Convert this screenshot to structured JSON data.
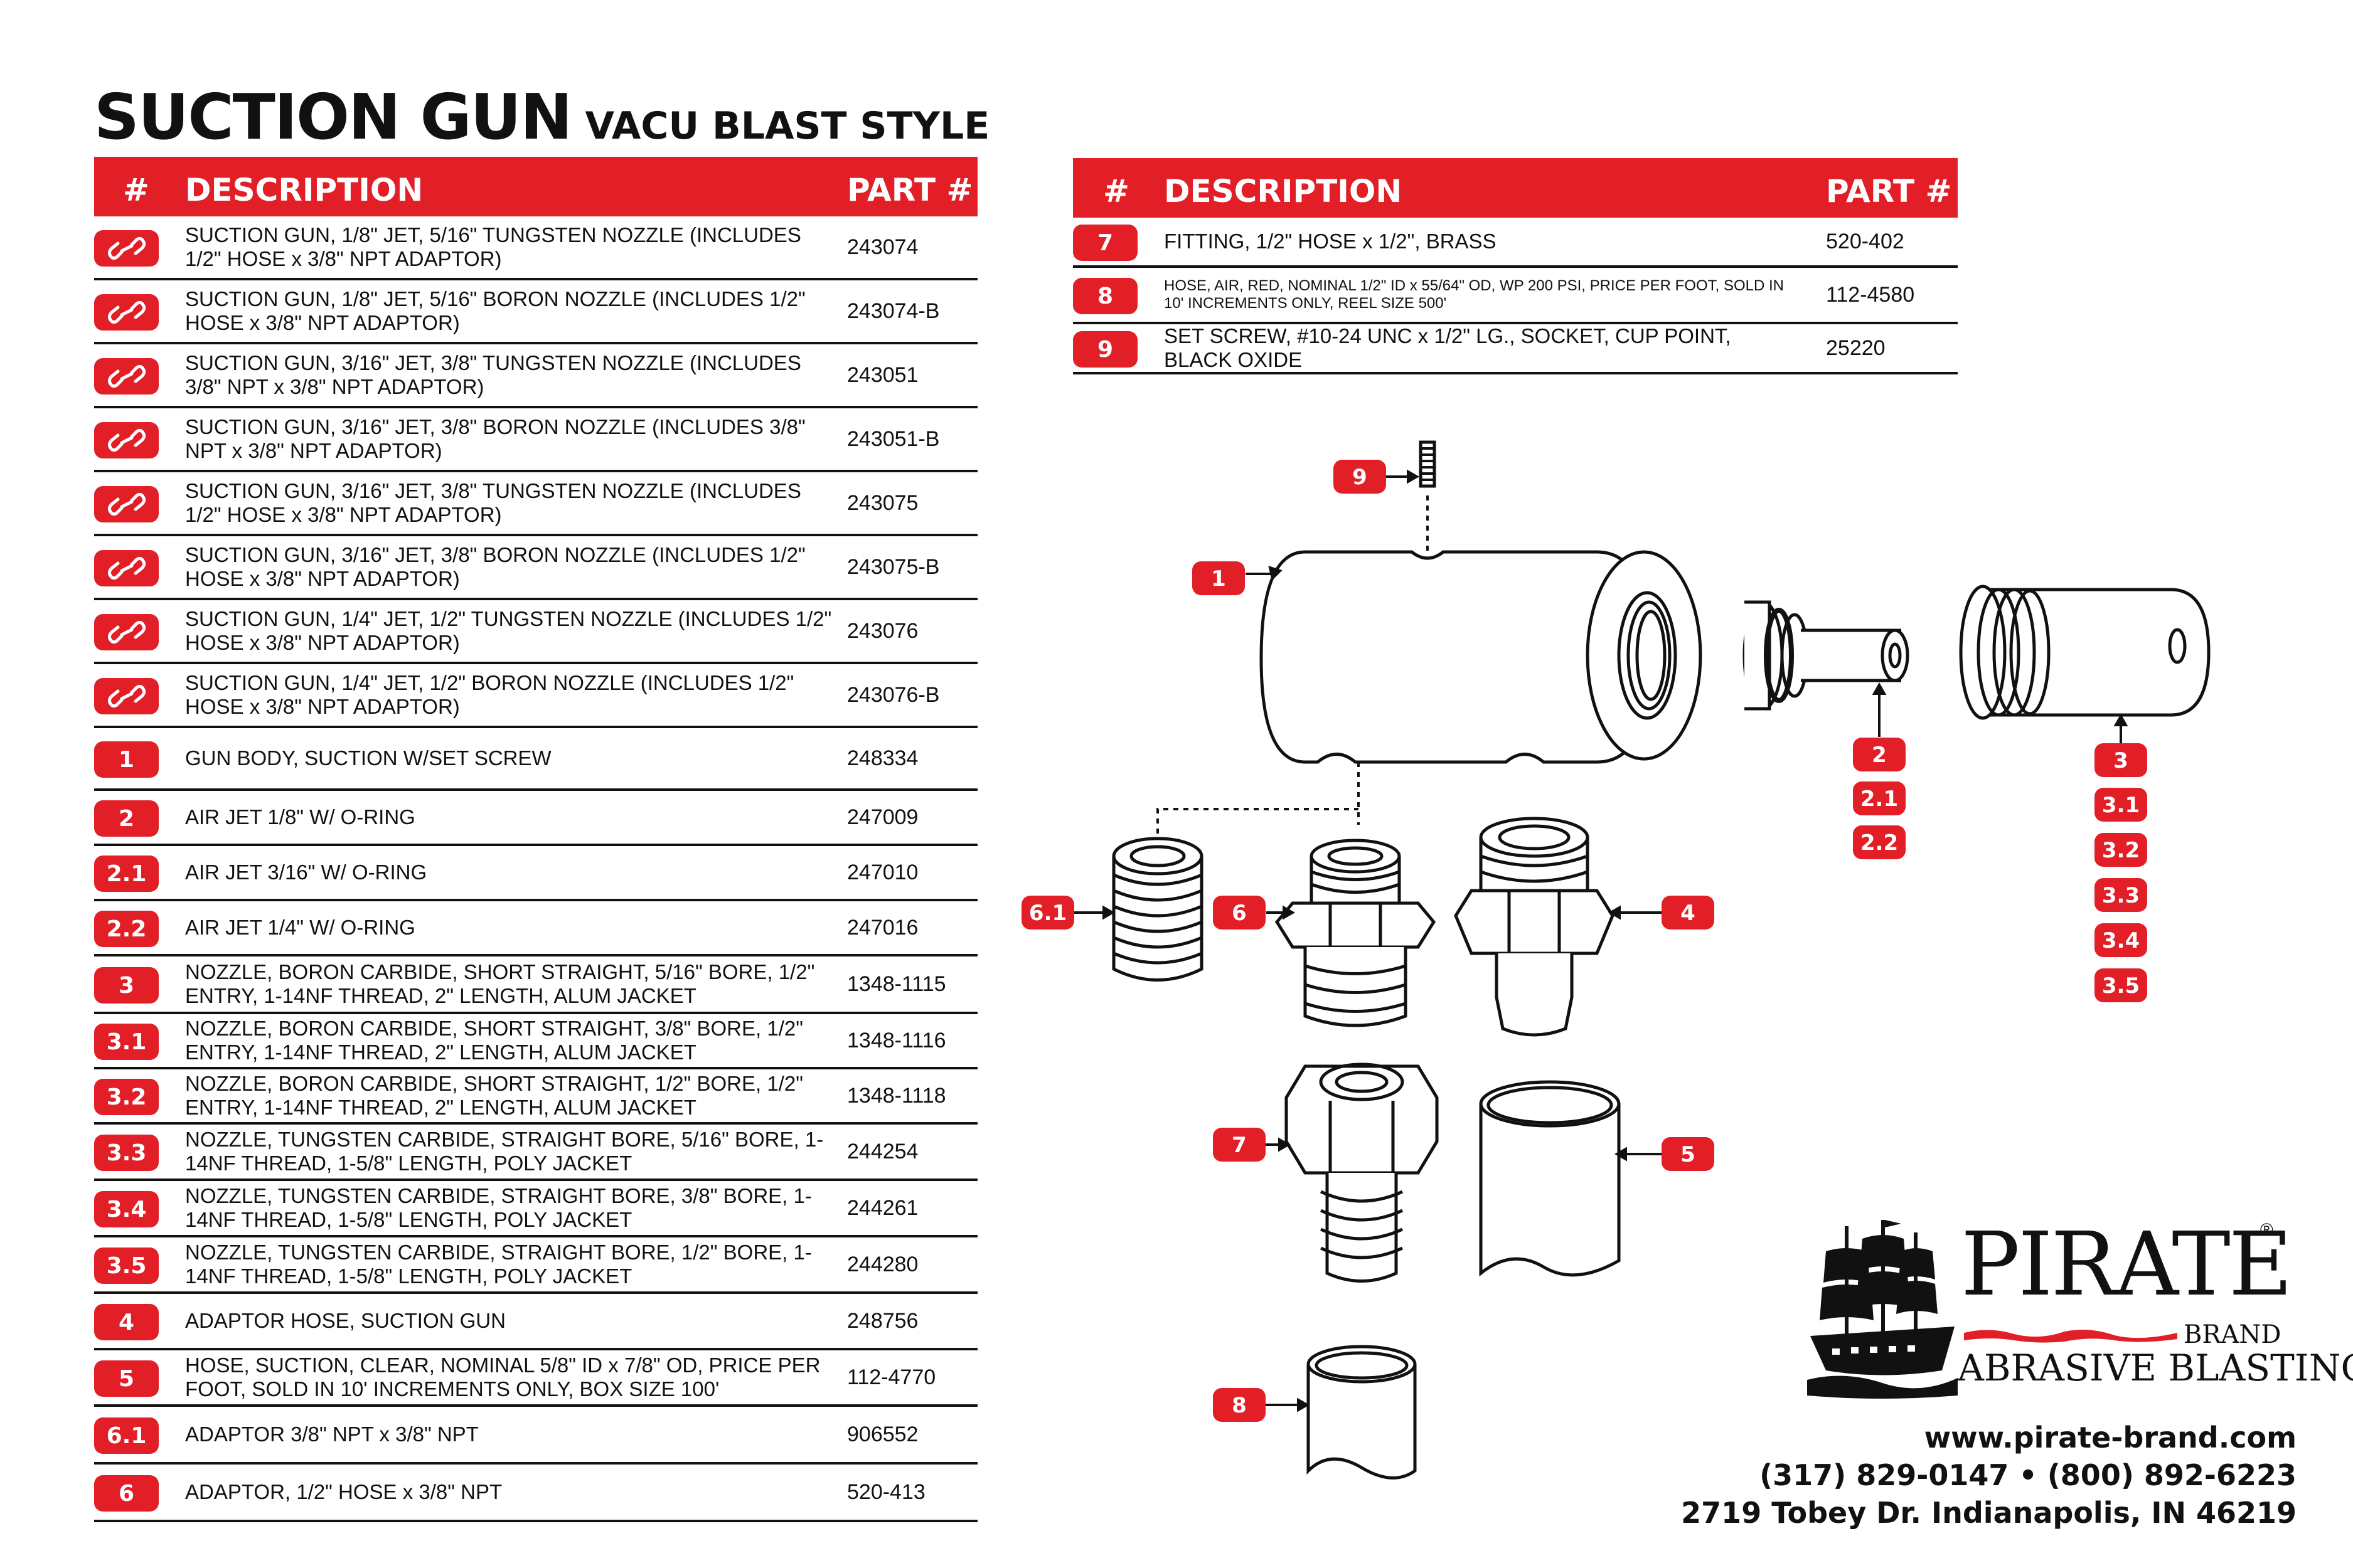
{
  "title": {
    "main": "SUCTION GUN",
    "sub": "VACU BLAST STYLE"
  },
  "table_headers": {
    "num": "#",
    "description": "DESCRIPTION",
    "part": "PART #"
  },
  "left_table": [
    {
      "num": "link-icon",
      "description": "SUCTION GUN, 1/8\" JET, 5/16\" TUNGSTEN NOZZLE (INCLUDES 1/2\" HOSE x 3/8\" NPT ADAPTOR)",
      "part": "243074"
    },
    {
      "num": "link-icon",
      "description": "SUCTION GUN, 1/8\" JET, 5/16\" BORON NOZZLE (INCLUDES 1/2\" HOSE x 3/8\" NPT ADAPTOR)",
      "part": "243074-B"
    },
    {
      "num": "link-icon",
      "description": "SUCTION GUN, 3/16\" JET, 3/8\" TUNGSTEN NOZZLE (INCLUDES 3/8\" NPT x 3/8\" NPT ADAPTOR)",
      "part": "243051"
    },
    {
      "num": "link-icon",
      "description": "SUCTION GUN, 3/16\" JET, 3/8\" BORON NOZZLE (INCLUDES 3/8\" NPT x 3/8\" NPT ADAPTOR)",
      "part": "243051-B"
    },
    {
      "num": "link-icon",
      "description": "SUCTION GUN, 3/16\" JET, 3/8\" TUNGSTEN NOZZLE (INCLUDES 1/2\" HOSE x 3/8\" NPT ADAPTOR)",
      "part": "243075"
    },
    {
      "num": "link-icon",
      "description": "SUCTION GUN, 3/16\" JET, 3/8\" BORON NOZZLE (INCLUDES 1/2\" HOSE x 3/8\" NPT ADAPTOR)",
      "part": "243075-B"
    },
    {
      "num": "link-icon",
      "description": "SUCTION GUN, 1/4\" JET, 1/2\" TUNGSTEN NOZZLE (INCLUDES 1/2\" HOSE x 3/8\" NPT ADAPTOR)",
      "part": "243076"
    },
    {
      "num": "link-icon",
      "description": "SUCTION GUN, 1/4\" JET, 1/2\" BORON NOZZLE (INCLUDES 1/2\" HOSE x 3/8\" NPT ADAPTOR)",
      "part": "243076-B"
    },
    {
      "num": "1",
      "description": "GUN BODY, SUCTION W/SET SCREW",
      "part": "248334"
    },
    {
      "num": "2",
      "description": "AIR JET 1/8\" W/ O-RING",
      "part": "247009"
    },
    {
      "num": "2.1",
      "description": "AIR JET 3/16\" W/ O-RING",
      "part": "247010"
    },
    {
      "num": "2.2",
      "description": "AIR JET 1/4\" W/ O-RING",
      "part": "247016"
    },
    {
      "num": "3",
      "description": "NOZZLE, BORON CARBIDE, SHORT STRAIGHT, 5/16\" BORE, 1/2\" ENTRY, 1-14NF THREAD, 2\" LENGTH, ALUM JACKET",
      "part": "1348-1115"
    },
    {
      "num": "3.1",
      "description": "NOZZLE, BORON CARBIDE, SHORT STRAIGHT, 3/8\" BORE, 1/2\" ENTRY, 1-14NF THREAD, 2\" LENGTH, ALUM JACKET",
      "part": "1348-1116"
    },
    {
      "num": "3.2",
      "description": "NOZZLE, BORON CARBIDE, SHORT STRAIGHT, 1/2\" BORE, 1/2\" ENTRY, 1-14NF THREAD, 2\" LENGTH, ALUM JACKET",
      "part": "1348-1118"
    },
    {
      "num": "3.3",
      "description": "NOZZLE, TUNGSTEN CARBIDE, STRAIGHT BORE, 5/16\" BORE, 1-14NF THREAD, 1-5/8\" LENGTH, POLY JACKET",
      "part": "244254"
    },
    {
      "num": "3.4",
      "description": "NOZZLE, TUNGSTEN CARBIDE, STRAIGHT BORE, 3/8\" BORE, 1-14NF THREAD, 1-5/8\" LENGTH, POLY JACKET",
      "part": "244261"
    },
    {
      "num": "3.5",
      "description": "NOZZLE, TUNGSTEN CARBIDE, STRAIGHT BORE, 1/2\" BORE, 1-14NF THREAD, 1-5/8\" LENGTH, POLY JACKET",
      "part": "244280"
    },
    {
      "num": "4",
      "description": "ADAPTOR HOSE, SUCTION GUN",
      "part": "248756"
    },
    {
      "num": "5",
      "description": "HOSE, SUCTION, CLEAR, NOMINAL 5/8\" ID x 7/8\" OD, PRICE PER FOOT, SOLD IN 10' INCREMENTS ONLY, BOX SIZE 100'",
      "part": "112-4770"
    },
    {
      "num": "6.1",
      "description": "ADAPTOR 3/8\" NPT x 3/8\" NPT",
      "part": "906552"
    },
    {
      "num": "6",
      "description": "ADAPTOR, 1/2\" HOSE x 3/8\" NPT",
      "part": "520-413"
    }
  ],
  "right_table": [
    {
      "num": "7",
      "description": "FITTING, 1/2\" HOSE x 1/2\", BRASS",
      "part": "520-402"
    },
    {
      "num": "8",
      "description": "HOSE, AIR, RED, NOMINAL 1/2\" ID x 55/64\" OD, WP 200 PSI, PRICE PER FOOT, SOLD IN 10' INCREMENTS ONLY, REEL SIZE 500'",
      "part": "112-4580"
    },
    {
      "num": "9",
      "description": "SET SCREW, #10-24 UNC x 1/2\" LG., SOCKET, CUP POINT, BLACK OXIDE",
      "part": "25220"
    }
  ],
  "callouts": [
    "9",
    "1",
    "2",
    "2.1",
    "2.2",
    "3",
    "3.1",
    "3.2",
    "3.3",
    "3.4",
    "3.5",
    "6.1",
    "6",
    "4",
    "7",
    "5",
    "8"
  ],
  "logo": {
    "name": "PIRATE",
    "reg": "®",
    "brand": "BRAND",
    "tagline": "ABRASIVE BLASTING"
  },
  "contact": {
    "website": "www.pirate-brand.com",
    "phone": "(317) 829-0147 • (800) 892-6223",
    "address": "2719 Tobey Dr. Indianapolis, IN 46219"
  },
  "colors": {
    "accent": "#e21e26",
    "text": "#111111"
  }
}
